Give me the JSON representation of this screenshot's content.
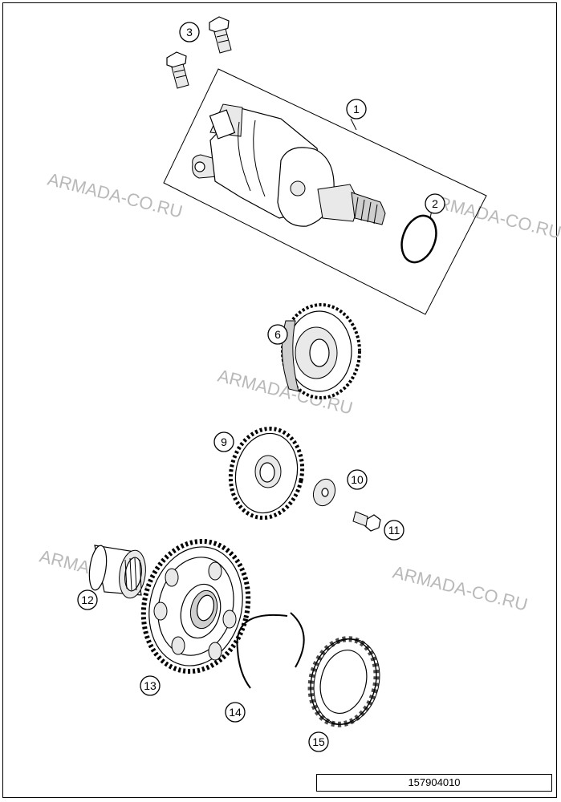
{
  "watermarks": [
    "ARMADA-CO.RU",
    "ARMADA-CO.RU",
    "ARMADA-CO.RU",
    "ARMADA-CO.RU",
    "ARMADA-CO.RU"
  ],
  "callouts": [
    "1",
    "2",
    "3",
    "6",
    "9",
    "10",
    "11",
    "12",
    "13",
    "14",
    "15"
  ],
  "diagram_number": "157904010"
}
